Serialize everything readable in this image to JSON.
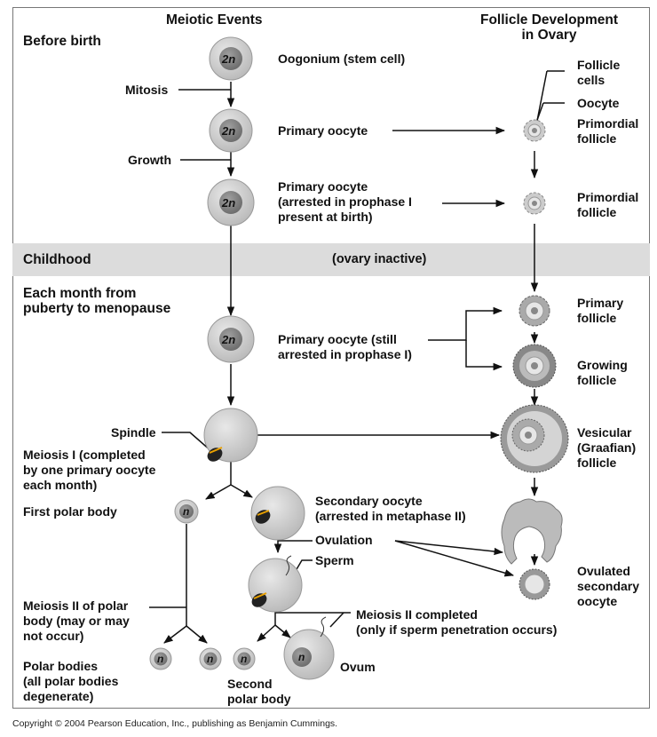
{
  "headers": {
    "meiotic": "Meiotic Events",
    "follicle": "Follicle Development\nin Ovary"
  },
  "stages": {
    "before_birth": "Before birth",
    "childhood": "Childhood",
    "monthly": "Each month from\npuberty to menopause",
    "ovary_inactive": "(ovary inactive)"
  },
  "cells": {
    "oogonium": "Oogonium (stem cell)",
    "primary_oocyte": "Primary oocyte",
    "primary_arrested": "Primary oocyte\n(arrested in prophase I\npresent at birth)",
    "primary_still": "Primary oocyte (still\narrested in prophase I)",
    "secondary_oocyte": "Secondary oocyte\n(arrested in metaphase II)",
    "ovum": "Ovum",
    "second_polar_body": "Second\npolar body",
    "polar_bodies": "Polar bodies\n(all polar bodies\ndegenerate)",
    "first_polar_body": "First polar body"
  },
  "processes": {
    "mitosis": "Mitosis",
    "growth": "Growth",
    "spindle": "Spindle",
    "meiosis1": "Meiosis I (completed\nby one primary oocyte\neach month)",
    "ovulation": "Ovulation",
    "sperm": "Sperm",
    "meiosis2_polar": "Meiosis II of polar\nbody (may or may\nnot occur)",
    "meiosis2_completed": "Meiosis II completed\n(only if sperm penetration occurs)"
  },
  "follicles": {
    "follicle_cells": "Follicle\ncells",
    "oocyte": "Oocyte",
    "primordial1": "Primordial\nfollicle",
    "primordial2": "Primordial\nfollicle",
    "primary": "Primary\nfollicle",
    "growing": "Growing\nfollicle",
    "vesicular": "Vesicular\n(Graafian)\nfollicle",
    "ovulated": "Ovulated\nsecondary\noocyte"
  },
  "ploidy": {
    "diploid": "2n",
    "haploid": "n"
  },
  "copyright": "Copyright © 2004 Pearson Education, Inc., publishing as Benjamin Cummings."
}
